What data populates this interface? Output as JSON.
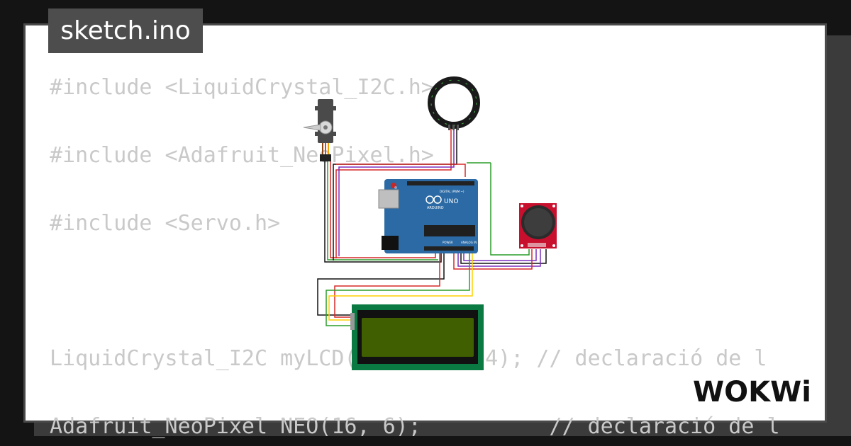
{
  "file": {
    "name": "sketch.ino"
  },
  "code": {
    "lines": [
      "#include <LiquidCrystal_I2C.h>",
      "#include <Adafruit_NeoPixel.h>",
      "#include <Servo.h>",
      "LiquidCrystal_I2C myLCD(0x27, 20, 4); // declaració de l",
      "Adafruit_NeoPixel NEO(16, 6);          // declaració de l"
    ]
  },
  "board": {
    "brand": "ARDUINO",
    "model": "UNO",
    "digital_label": "DIGITAL (PWM ~)",
    "power_label": "POWER",
    "analog_label": "ANALOG IN"
  },
  "brand": {
    "logo_text": "WOKWi"
  },
  "colors": {
    "background": "#141414",
    "card": "#ffffff",
    "code_text": "#c9c9c9",
    "title_tag": "#4d4d4d",
    "board": "#2b6aa4",
    "lcd_frame": "#0b7a42",
    "lcd_screen": "#3f5f00",
    "joystick": "#c8102e",
    "neopixel_ring": "#1a1a1a"
  }
}
